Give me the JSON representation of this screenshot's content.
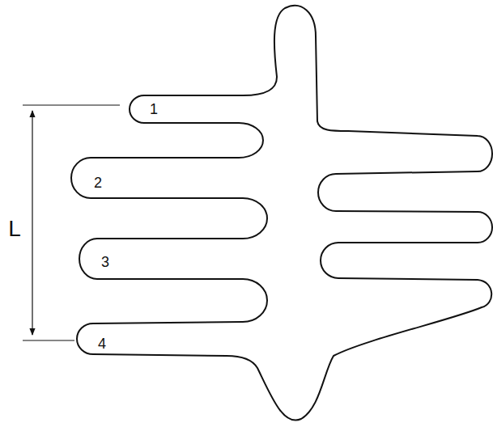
{
  "diagram": {
    "labels": [
      "L",
      "1",
      "2",
      "3",
      "4"
    ]
  }
}
